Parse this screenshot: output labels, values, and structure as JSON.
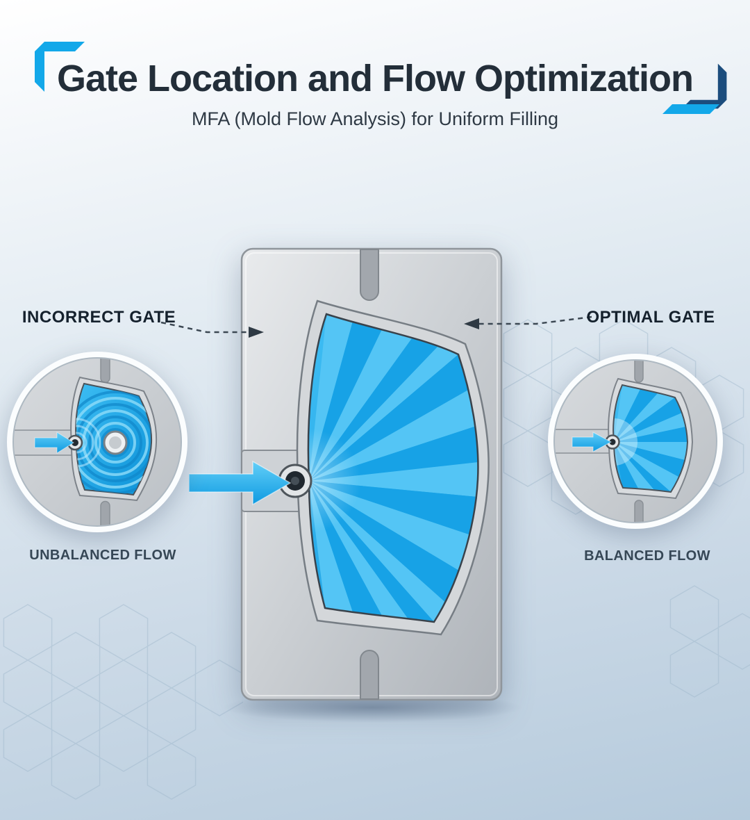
{
  "header": {
    "title": "Gate Location and Flow Optimization",
    "subtitle": "MFA (Mold Flow Analysis) for Uniform Filling"
  },
  "panels": {
    "incorrect": {
      "label": "INCORRECT GATE",
      "caption": "UNBALANCED FLOW"
    },
    "optimal": {
      "label": "OPTIMAL GATE",
      "caption": "BALANCED FLOW"
    }
  },
  "colors": {
    "accent_cyan": "#13a8e9",
    "accent_navy": "#1c4d7d",
    "flow_blue_light": "#54c5f5",
    "flow_blue_dark": "#17a2e6",
    "mold_gray": "#c6cacf",
    "title_text": "#232e39",
    "pointer_gray": "#3c4853"
  },
  "icons": {
    "flow_arrow": "cyan-right-arrow",
    "gate_pointer_left": "dashed-arrow-right",
    "gate_pointer_right": "dashed-arrow-left",
    "corner_brackets": "angled-corner-bracket",
    "background_motif": "hexagon-outline"
  }
}
